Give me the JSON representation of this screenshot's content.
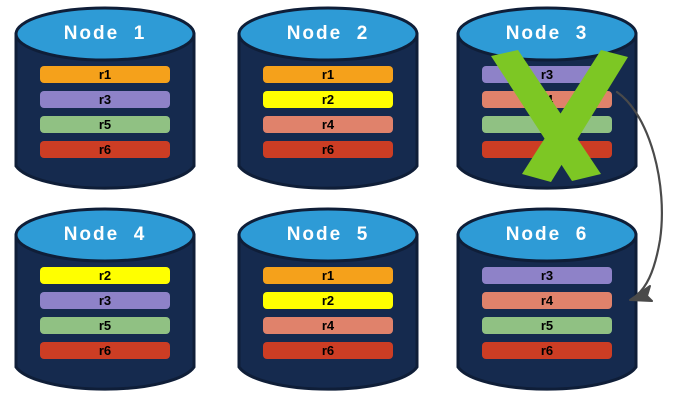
{
  "diagram": {
    "title_prefix": "Node",
    "background_color": "#ffffff",
    "cylinder_body_color": "#152A4E",
    "cylinder_top_color": "#2E9BD6",
    "cylinder_outline_color": "#0F1E38",
    "failure_mark_color": "#7DC724",
    "arrow_color": "#4A4A4A",
    "replica_colors": {
      "r1": "#F5A11B",
      "r2": "#FFFF00",
      "r3": "#8E82C8",
      "r4": "#E0826B",
      "r5": "#90C183",
      "r6": "#CC3D24"
    }
  },
  "nodes": [
    {
      "id": "node-1",
      "label": "Node  1",
      "failed": false,
      "replicas": [
        {
          "label": "r1",
          "color": "#F5A11B"
        },
        {
          "label": "r3",
          "color": "#8E82C8"
        },
        {
          "label": "r5",
          "color": "#90C183"
        },
        {
          "label": "r6",
          "color": "#CC3D24"
        }
      ]
    },
    {
      "id": "node-2",
      "label": "Node  2",
      "failed": false,
      "replicas": [
        {
          "label": "r1",
          "color": "#F5A11B"
        },
        {
          "label": "r2",
          "color": "#FFFF00"
        },
        {
          "label": "r4",
          "color": "#E0826B"
        },
        {
          "label": "r6",
          "color": "#CC3D24"
        }
      ]
    },
    {
      "id": "node-3",
      "label": "Node  3",
      "failed": true,
      "replicas": [
        {
          "label": "r3",
          "color": "#8E82C8"
        },
        {
          "label": "r4",
          "color": "#E0826B"
        },
        {
          "label": "r5",
          "color": "#90C183"
        },
        {
          "label": "r6",
          "color": "#CC3D24"
        }
      ]
    },
    {
      "id": "node-4",
      "label": "Node  4",
      "failed": false,
      "replicas": [
        {
          "label": "r2",
          "color": "#FFFF00"
        },
        {
          "label": "r3",
          "color": "#8E82C8"
        },
        {
          "label": "r5",
          "color": "#90C183"
        },
        {
          "label": "r6",
          "color": "#CC3D24"
        }
      ]
    },
    {
      "id": "node-5",
      "label": "Node  5",
      "failed": false,
      "replicas": [
        {
          "label": "r1",
          "color": "#F5A11B"
        },
        {
          "label": "r2",
          "color": "#FFFF00"
        },
        {
          "label": "r4",
          "color": "#E0826B"
        },
        {
          "label": "r6",
          "color": "#CC3D24"
        }
      ]
    },
    {
      "id": "node-6",
      "label": "Node  6",
      "failed": false,
      "replicas": [
        {
          "label": "r3",
          "color": "#8E82C8"
        },
        {
          "label": "r4",
          "color": "#E0826B"
        },
        {
          "label": "r5",
          "color": "#90C183"
        },
        {
          "label": "r6",
          "color": "#CC3D24"
        }
      ]
    }
  ],
  "connector": {
    "from": "node-3",
    "to": "node-6",
    "style": "curved-arrow"
  }
}
